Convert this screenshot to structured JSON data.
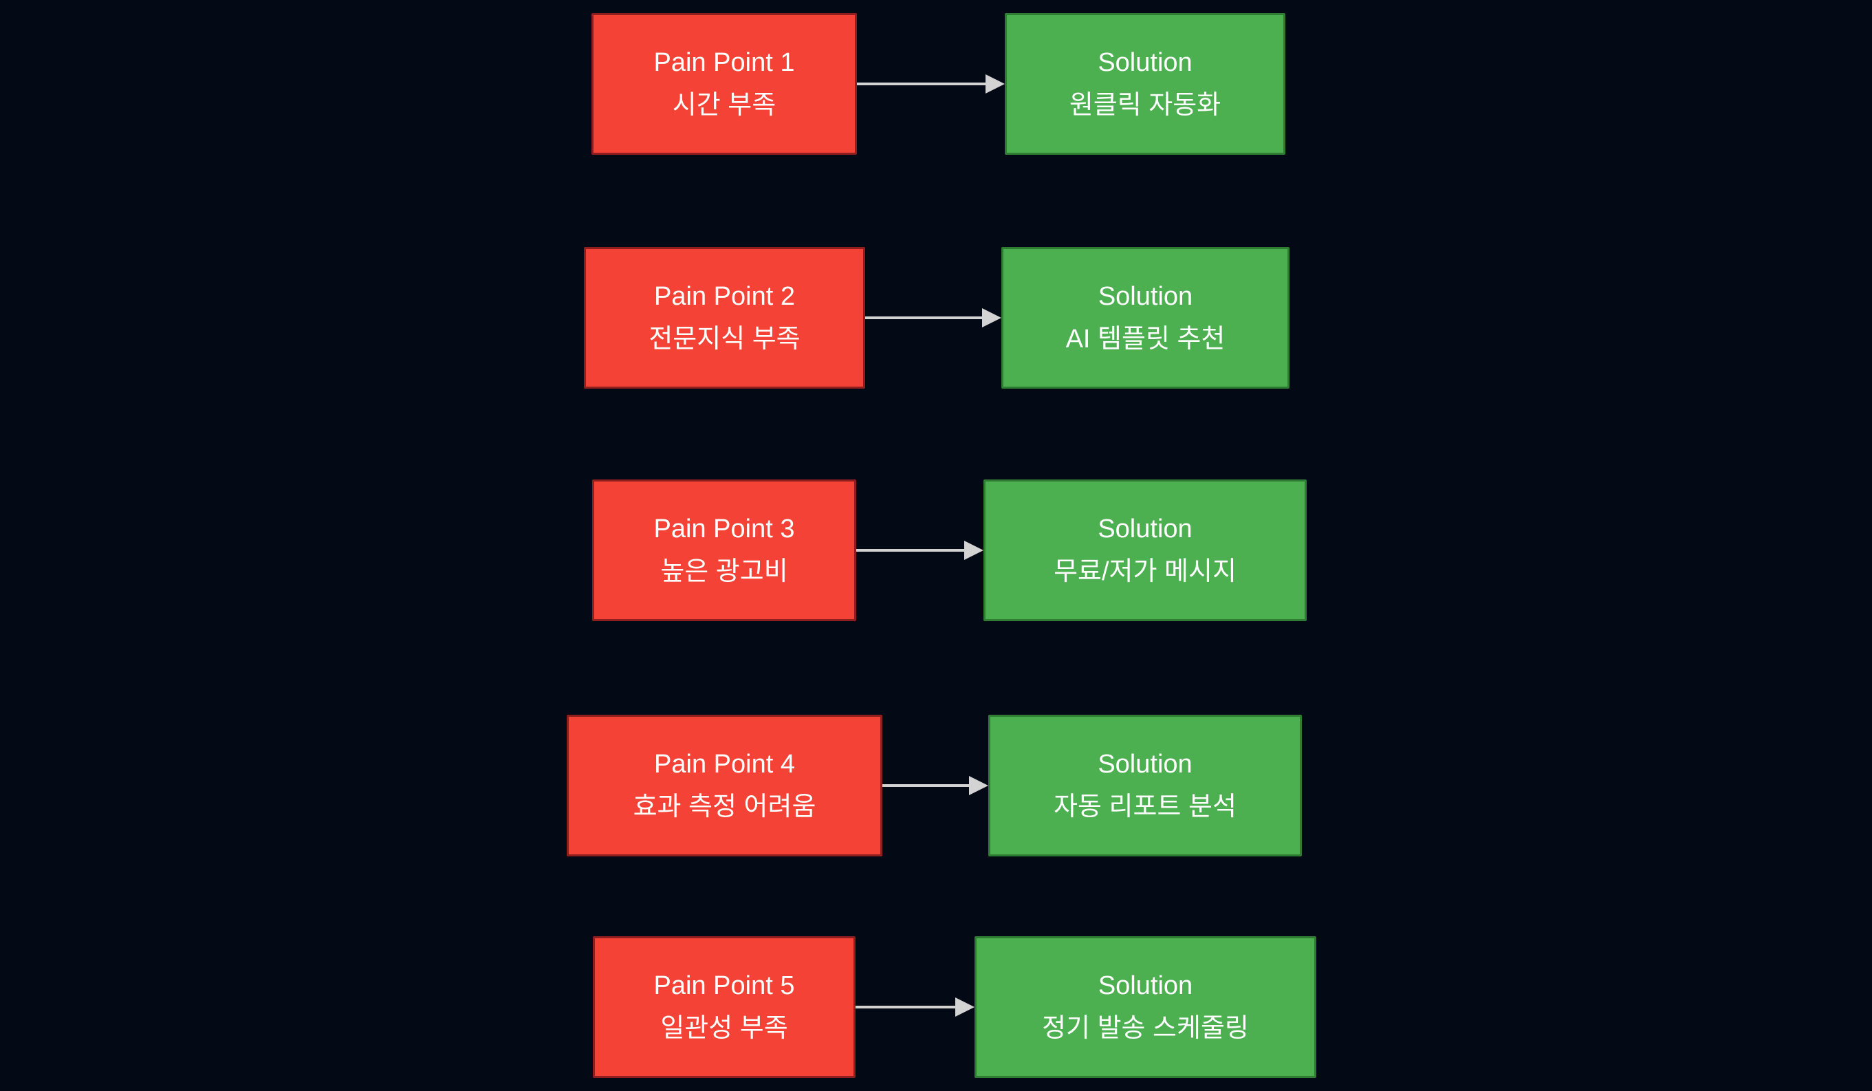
{
  "colors": {
    "background": "#040a15",
    "pain_fill": "#f44336",
    "pain_border": "#8f1f1f",
    "solution_fill": "#4caf50",
    "solution_border": "#2e7d32",
    "arrow": "#d3d3d3",
    "text": "#ffffff"
  },
  "diagram": {
    "type": "pain-point-to-solution-flowchart",
    "rows": [
      {
        "pain_title": "Pain Point 1",
        "pain_detail": "시간 부족",
        "solution_title": "Solution",
        "solution_detail": "원클릭 자동화"
      },
      {
        "pain_title": "Pain Point 2",
        "pain_detail": "전문지식 부족",
        "solution_title": "Solution",
        "solution_detail": "AI 템플릿 추천"
      },
      {
        "pain_title": "Pain Point 3",
        "pain_detail": "높은 광고비",
        "solution_title": "Solution",
        "solution_detail": "무료/저가 메시지"
      },
      {
        "pain_title": "Pain Point 4",
        "pain_detail": "효과 측정 어려움",
        "solution_title": "Solution",
        "solution_detail": "자동 리포트 분석"
      },
      {
        "pain_title": "Pain Point 5",
        "pain_detail": "일관성 부족",
        "solution_title": "Solution",
        "solution_detail": "정기 발송 스케줄링"
      }
    ]
  }
}
